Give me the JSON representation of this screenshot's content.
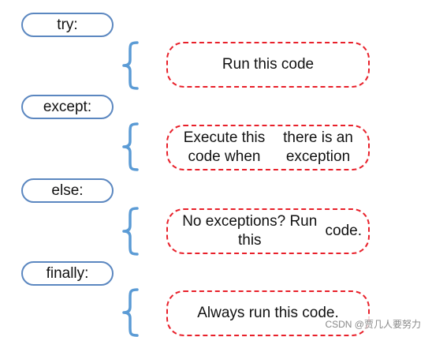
{
  "blocks": [
    {
      "keyword": "try:",
      "lines": [
        "Run this code"
      ]
    },
    {
      "keyword": "except:",
      "lines": [
        "Execute this code when",
        "there is an exception"
      ]
    },
    {
      "keyword": "else:",
      "lines": [
        "No exceptions? Run this",
        "code."
      ]
    },
    {
      "keyword": "finally:",
      "lines": [
        "Always run this code."
      ]
    }
  ],
  "watermark": "CSDN @贾几人要努力",
  "colors": {
    "keyword_border": "#5b87c0",
    "brace": "#5b9bd5",
    "box_border": "#e8202a"
  }
}
